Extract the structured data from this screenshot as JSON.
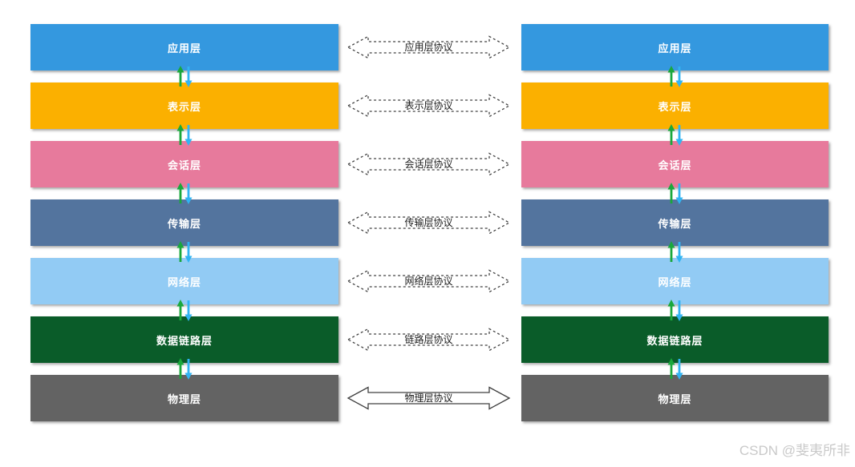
{
  "watermark": "CSDN @斐夷所非",
  "colors": {
    "arrow_up": "#1aa83c",
    "arrow_down": "#31b4f2",
    "arrow_stroke": "#404040"
  },
  "layers": [
    {
      "label": "应用层",
      "protocol": "应用层协议",
      "color": "#3498df",
      "arrow_style": "dashed"
    },
    {
      "label": "表示层",
      "protocol": "表示层协议",
      "color": "#fbb000",
      "arrow_style": "dashed"
    },
    {
      "label": "会话层",
      "protocol": "会话层协议",
      "color": "#e77a9c",
      "arrow_style": "dashed"
    },
    {
      "label": "传输层",
      "protocol": "传输层协议",
      "color": "#53749e",
      "arrow_style": "dashed"
    },
    {
      "label": "网络层",
      "protocol": "网络层协议",
      "color": "#92cbf4",
      "arrow_style": "dashed"
    },
    {
      "label": "数据链路层",
      "protocol": "链路层协议",
      "color": "#0a5c29",
      "arrow_style": "dashed"
    },
    {
      "label": "物理层",
      "protocol": "物理层协议",
      "color": "#636363",
      "arrow_style": "solid"
    }
  ]
}
